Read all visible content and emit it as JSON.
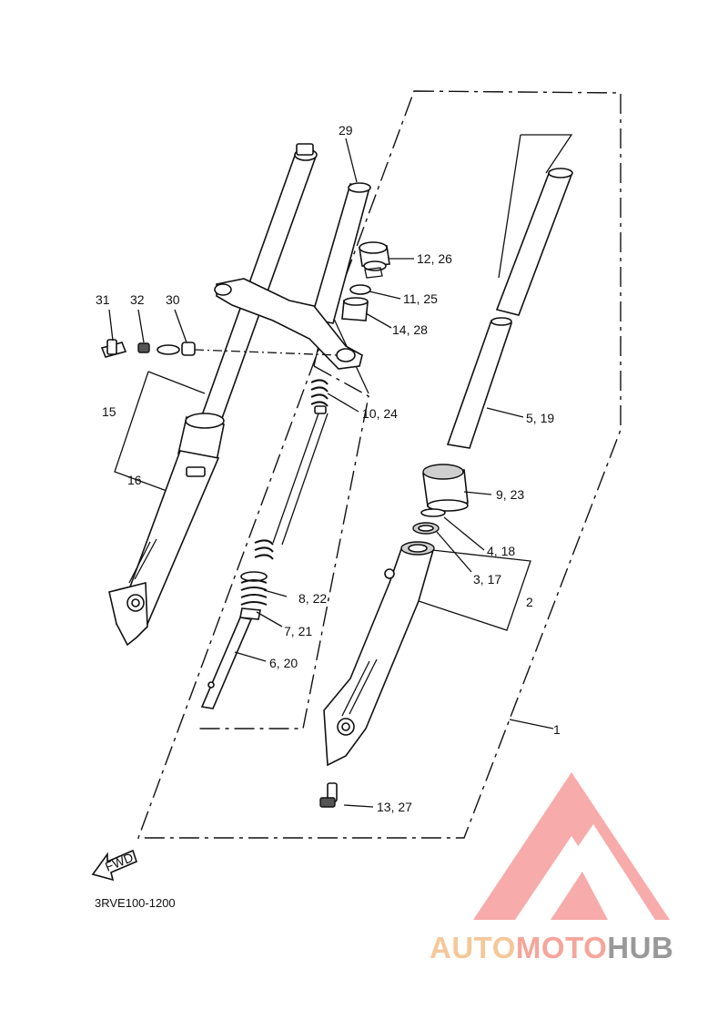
{
  "diagram": {
    "callouts": {
      "c1": "1",
      "c2": "2",
      "c3_17": "3, 17",
      "c4_18": "4, 18",
      "c5_19": "5, 19",
      "c6_20": "6, 20",
      "c7_21": "7, 21",
      "c8_22": "8, 22",
      "c9_23": "9, 23",
      "c10_24": "10, 24",
      "c11_25": "11, 25",
      "c12_26": "12, 26",
      "c13_27": "13, 27",
      "c14_28": "14, 28",
      "c15": "15",
      "c16": "16",
      "c29": "29",
      "c30": "30",
      "c31": "31",
      "c32": "32"
    },
    "fwd_label": "FWD",
    "diagram_code": "3RVE100-1200"
  },
  "watermark": {
    "brand_part1": "AUTO",
    "brand_part2": "MOTO",
    "brand_part3": "HUB",
    "colors": {
      "auto": "#f5c89a",
      "moto": "#f5a59a",
      "hub": "#999999",
      "logo": "#f58f8f"
    }
  }
}
